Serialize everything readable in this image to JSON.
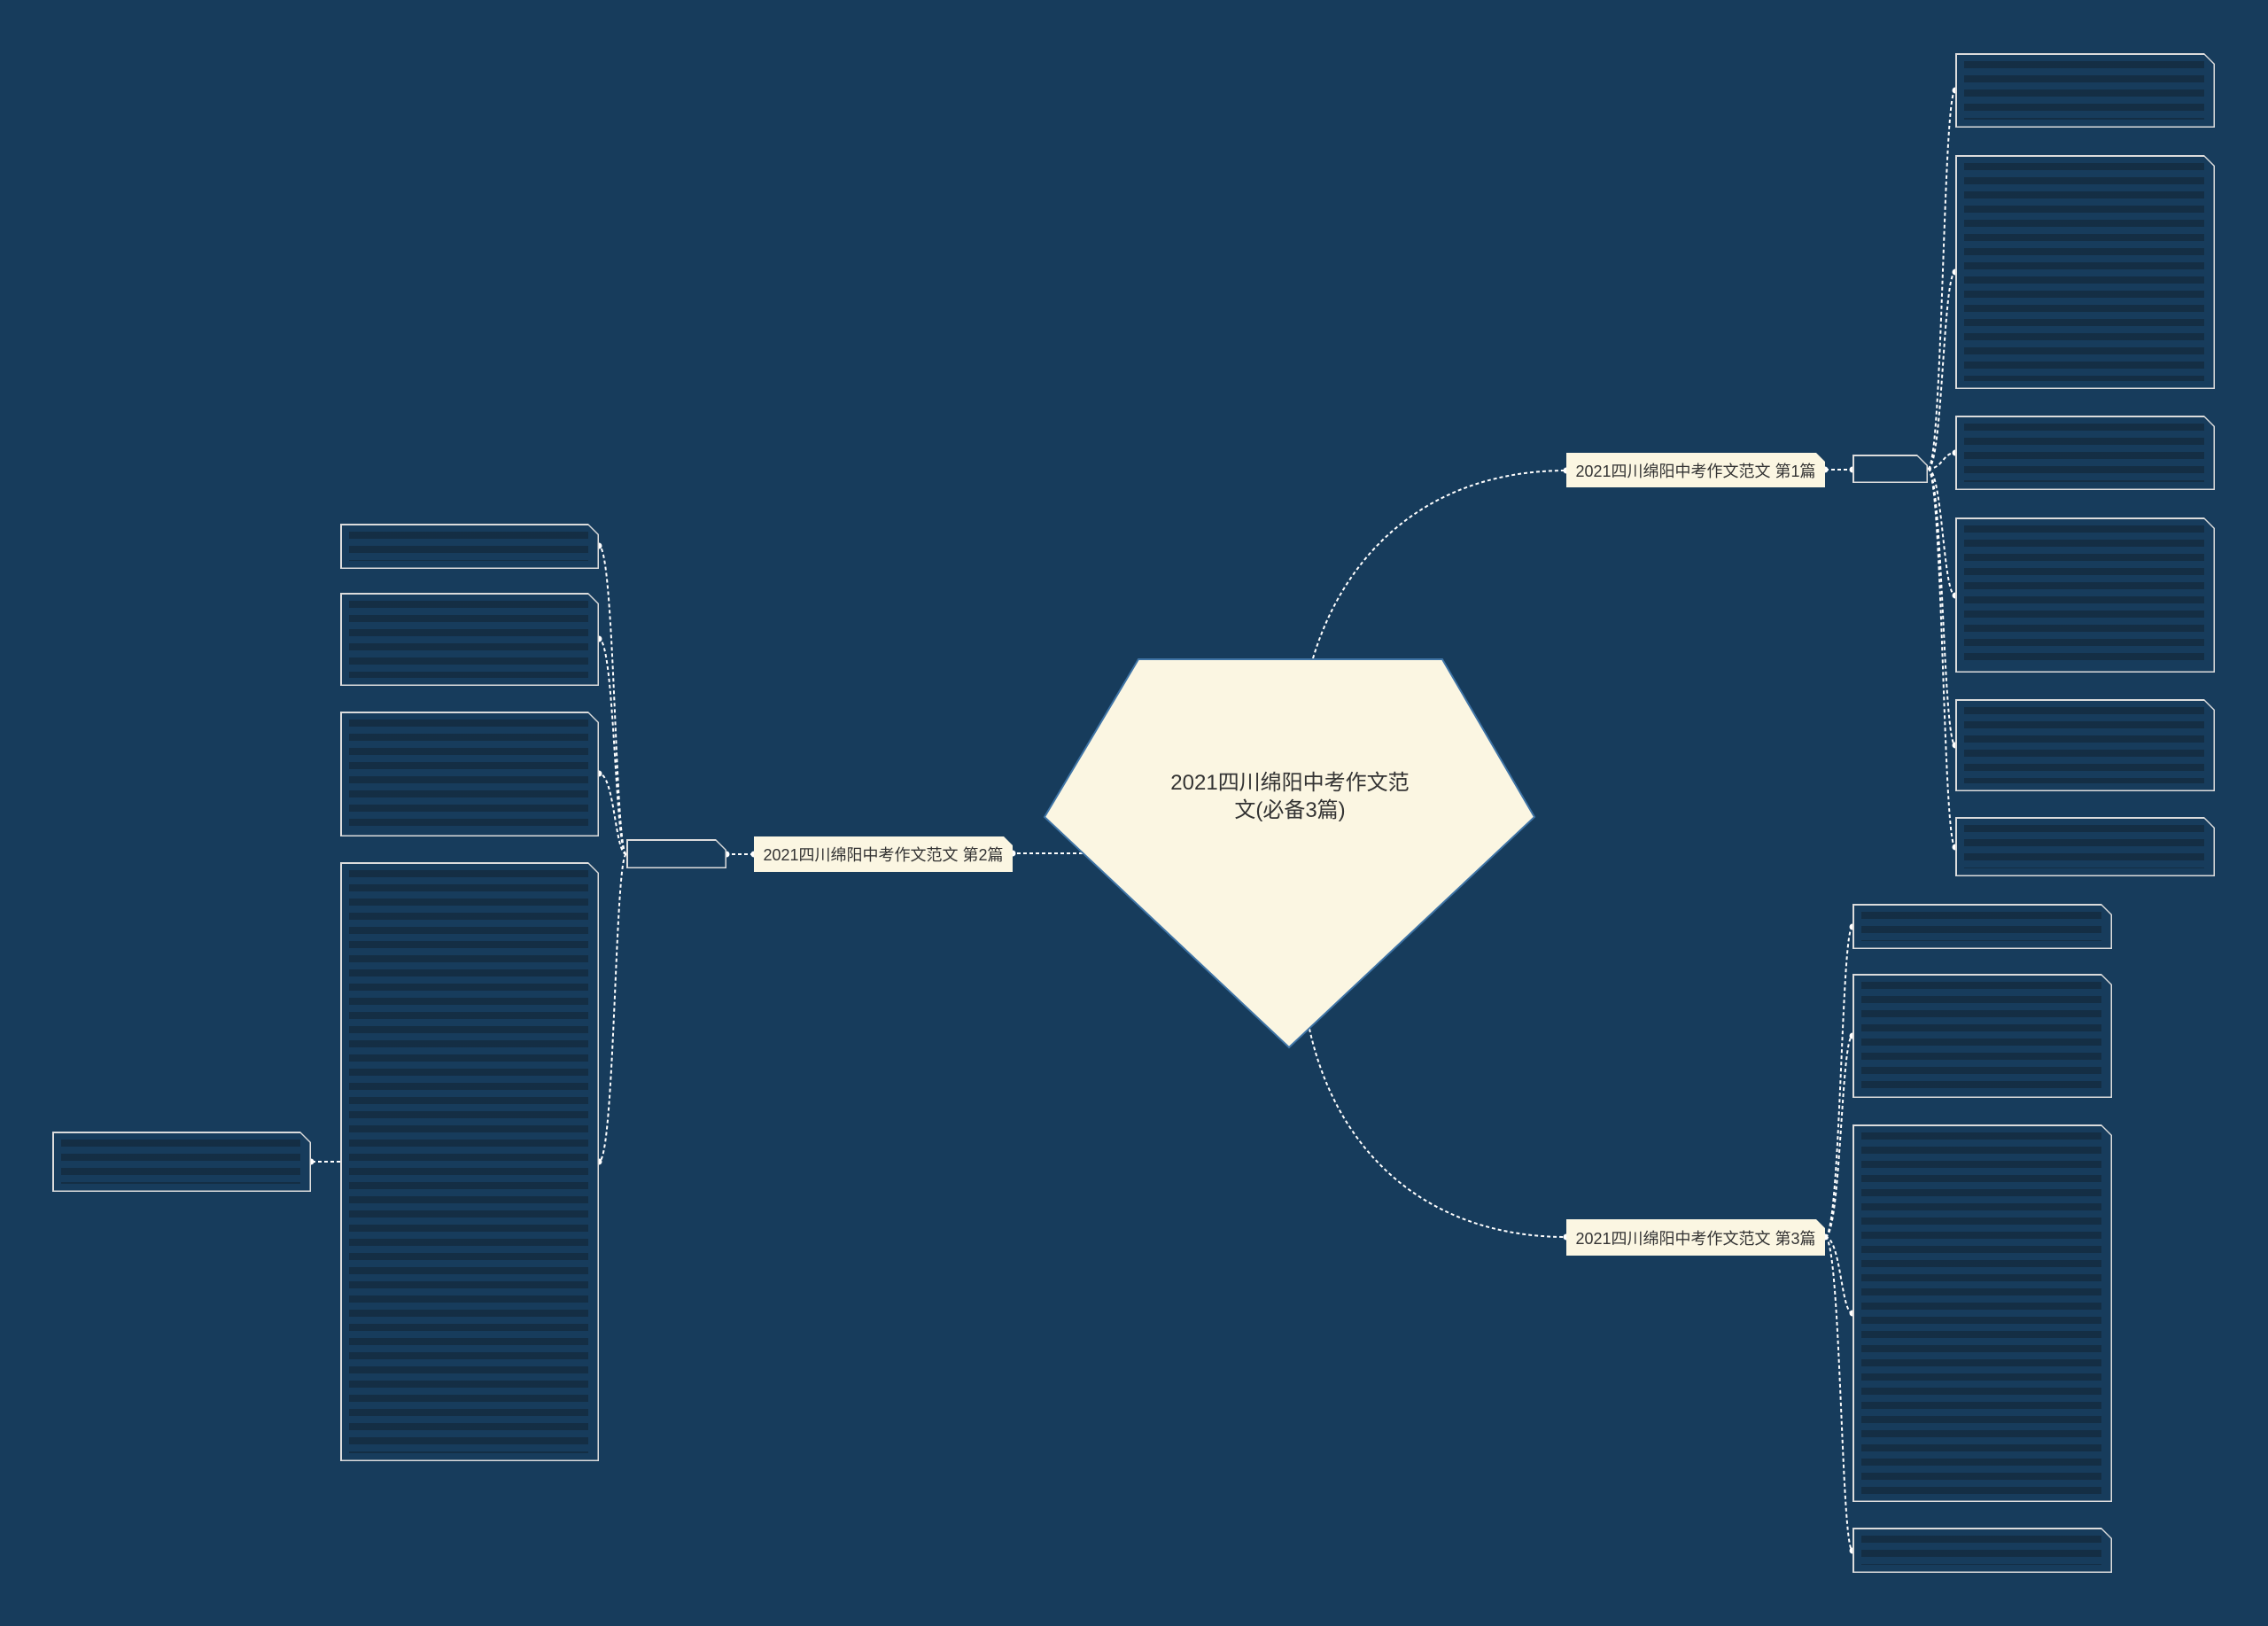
{
  "colors": {
    "background": "#173c5c",
    "node_fill": "#fbf6e2",
    "line": "#ffffff",
    "box_border": "#dcdcdc",
    "node_text": "#333333",
    "node_stroke": "#3f74a6"
  },
  "center": {
    "title_lines": [
      "2021四川绵阳中考作文范",
      "文(必备3篇)"
    ]
  },
  "branches": [
    {
      "label": "2021四川绵阳中考作文范文 第1篇"
    },
    {
      "label": "2021四川绵阳中考作文范文 第2篇"
    },
    {
      "label": "2021四川绵阳中考作文范文 第3篇"
    }
  ]
}
